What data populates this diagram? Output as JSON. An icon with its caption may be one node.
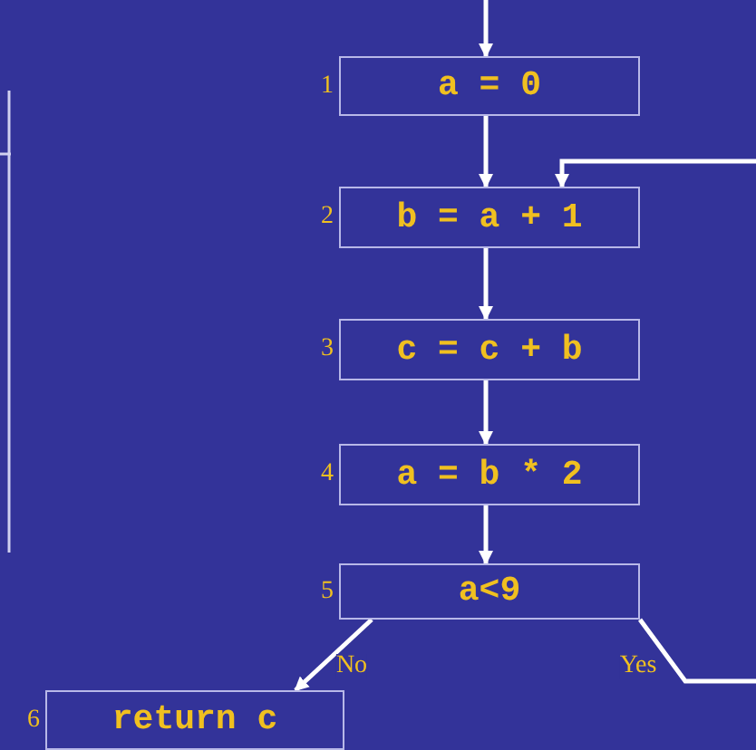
{
  "diagram": {
    "nodes": [
      {
        "text": [
          "a = 0"
        ],
        "beside": [
          "1"
        ]
      },
      {
        "text": [
          "b = a + 1"
        ],
        "beside": [
          "2"
        ]
      },
      {
        "text": [
          "c = c + b"
        ],
        "beside": [
          "3"
        ]
      },
      {
        "text": [
          "a = b * 2"
        ],
        "beside": [
          "4"
        ]
      },
      {
        "text": [
          "a<9"
        ],
        "beside": [
          "5"
        ]
      },
      {
        "text": [
          "return c"
        ],
        "beside": [
          "6"
        ]
      }
    ],
    "edges": [
      {
        "from": null,
        "to": 0,
        "arrow": "to"
      },
      {
        "from": 0,
        "to": 1,
        "arrow": "to"
      },
      {
        "from": 1,
        "to": 2,
        "arrow": "to"
      },
      {
        "from": 2,
        "to": 3,
        "arrow": "to"
      },
      {
        "from": 3,
        "to": 4,
        "arrow": "to"
      },
      {
        "from": 4,
        "to": 5,
        "arrow": "to",
        "label": "No"
      },
      {
        "from": 4,
        "to": 1,
        "arrow": "to",
        "label": "Yes"
      }
    ]
  }
}
